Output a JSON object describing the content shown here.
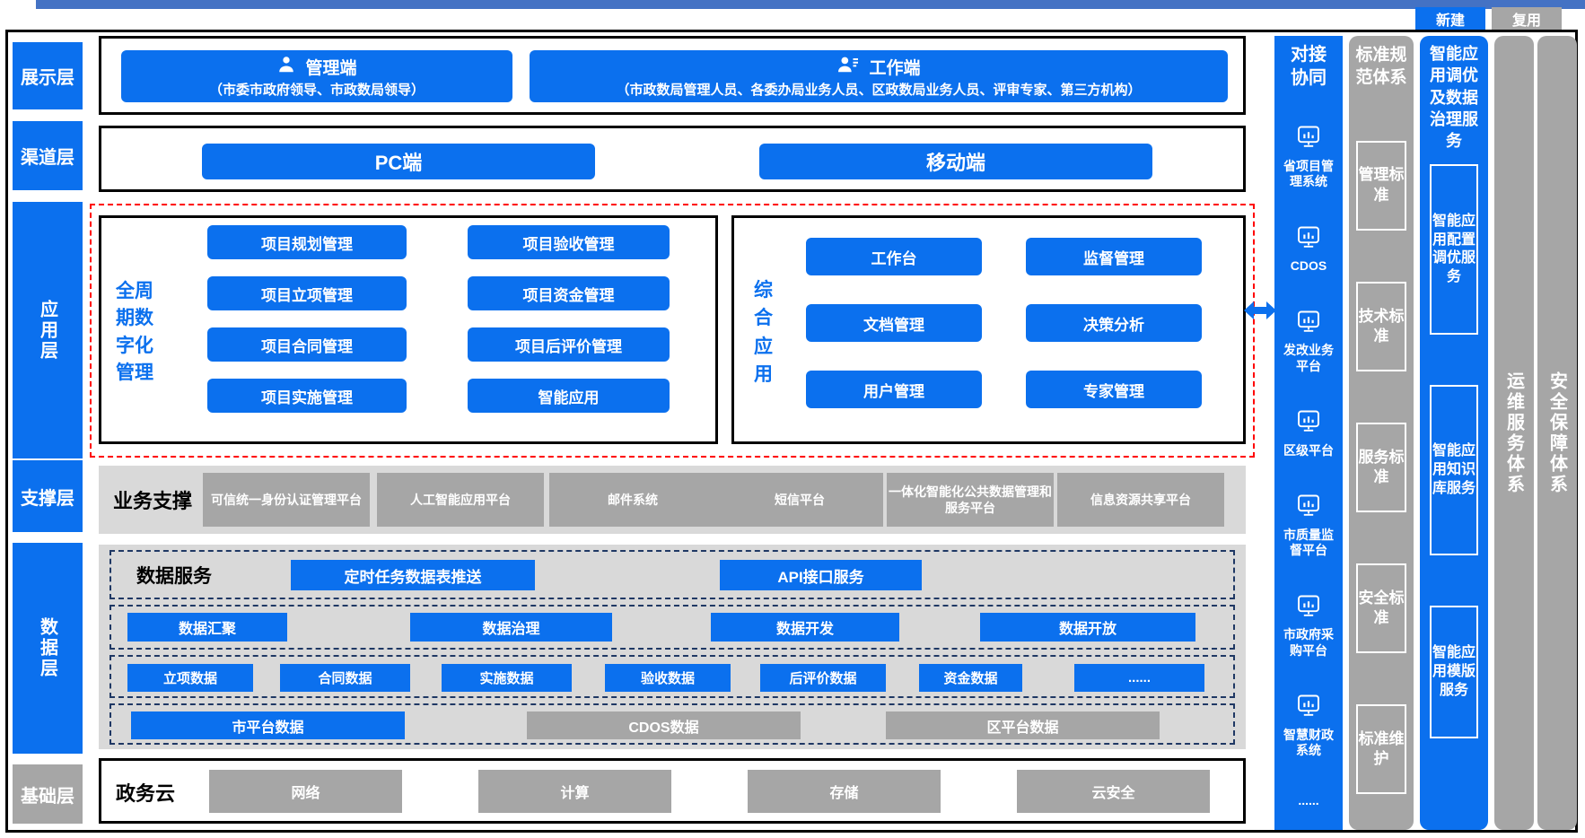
{
  "colors": {
    "accent_blue": "#0b70ee",
    "top_bar_blue": "#4472c4",
    "gray_box": "#a6a6a6",
    "panel_gray": "#d9d9d9",
    "dashed_navy": "#1f3864",
    "dashed_red": "#ff0000"
  },
  "legend": {
    "new_label": "新建",
    "reuse_label": "复用"
  },
  "layer_labels": {
    "display": "展示层",
    "channel": "渠道层",
    "application": "应用层",
    "support": "支撑层",
    "data": "数据层",
    "base": "基础层"
  },
  "display_layer": {
    "admin": {
      "title": "管理端",
      "subtitle": "（市委市政府领导、市政数局领导）"
    },
    "work": {
      "title": "工作端",
      "subtitle": "（市政数局管理人员、各委办局业务人员、区政数局业务人员、评审专家、第三方机构）"
    }
  },
  "channel_layer": {
    "pc": "PC端",
    "mobile": "移动端"
  },
  "application_layer": {
    "lifecycle": {
      "label": "全周期数字化管理",
      "buttons": [
        "项目规划管理",
        "项目验收管理",
        "项目立项管理",
        "项目资金管理",
        "项目合同管理",
        "项目后评价管理",
        "项目实施管理",
        "智能应用"
      ]
    },
    "comprehensive": {
      "label": "综合应用",
      "buttons": [
        "工作台",
        "监督管理",
        "文档管理",
        "决策分析",
        "用户管理",
        "专家管理"
      ]
    }
  },
  "support_layer": {
    "group_label": "业务支撑",
    "items": [
      "可信统一身份认证管理平台",
      "人工智能应用平台",
      "邮件系统",
      "短信平台",
      "一体化智能化公共数据管理和服务平台",
      "信息资源共享平台"
    ]
  },
  "data_layer": {
    "service_label": "数据服务",
    "service_buttons": [
      "定时任务数据表推送",
      "API接口服务"
    ],
    "governance_buttons": [
      "数据汇聚",
      "数据治理",
      "数据开发",
      "数据开放"
    ],
    "domain_buttons": [
      "立项数据",
      "合同数据",
      "实施数据",
      "验收数据",
      "后评价数据",
      "资金数据",
      "......"
    ],
    "source_buttons": [
      "市平台数据",
      "CDOS数据",
      "区平台数据"
    ]
  },
  "base_layer": {
    "group_label": "政务云",
    "items": [
      "网络",
      "计算",
      "存储",
      "云安全"
    ]
  },
  "integration_column": {
    "title": "对接协同",
    "items": [
      "省项目管理系统",
      "CDOS",
      "发改业务平台",
      "区级平台",
      "市质量监督平台",
      "市政府采购平台",
      "智慧财政系统",
      "......"
    ]
  },
  "standards_column": {
    "title": "标准规范体系",
    "items": [
      "管理标准",
      "技术标准",
      "服务标准",
      "安全标准",
      "标准维护"
    ]
  },
  "ai_column": {
    "title": "智能应用调优及数据治理服务",
    "items": [
      "智能应用配置调优服务",
      "智能应用知识库服务",
      "智能应用模版服务"
    ]
  },
  "ops_column": {
    "title": "运维服务体系"
  },
  "security_column": {
    "title": "安全保障体系"
  }
}
